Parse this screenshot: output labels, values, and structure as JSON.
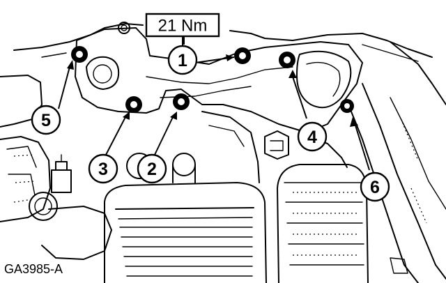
{
  "torque_label": "21 Nm",
  "figure_code": "GA3985-A",
  "callouts": [
    "1",
    "2",
    "3",
    "4",
    "5",
    "6"
  ]
}
